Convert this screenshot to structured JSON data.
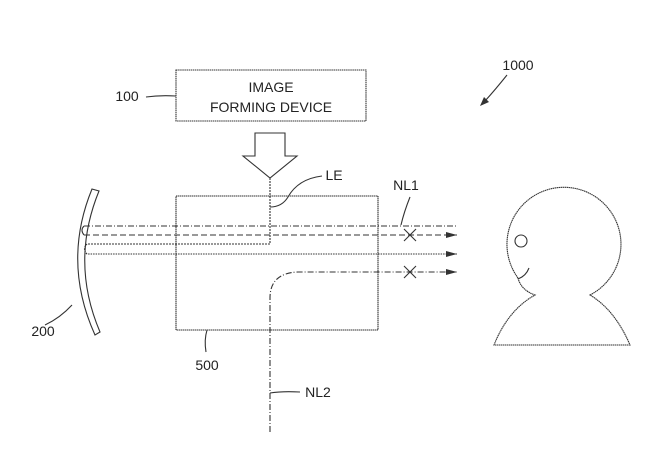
{
  "figure": {
    "system_ref": "1000",
    "image_forming_device": {
      "ref": "100",
      "line1": "IMAGE",
      "line2": "FORMING DEVICE"
    },
    "combiner_ref": "200",
    "waveguide_ref": "500",
    "labels": {
      "le": "LE",
      "nl1": "NL1",
      "nl2": "NL2"
    },
    "blocked_marker": "×"
  }
}
